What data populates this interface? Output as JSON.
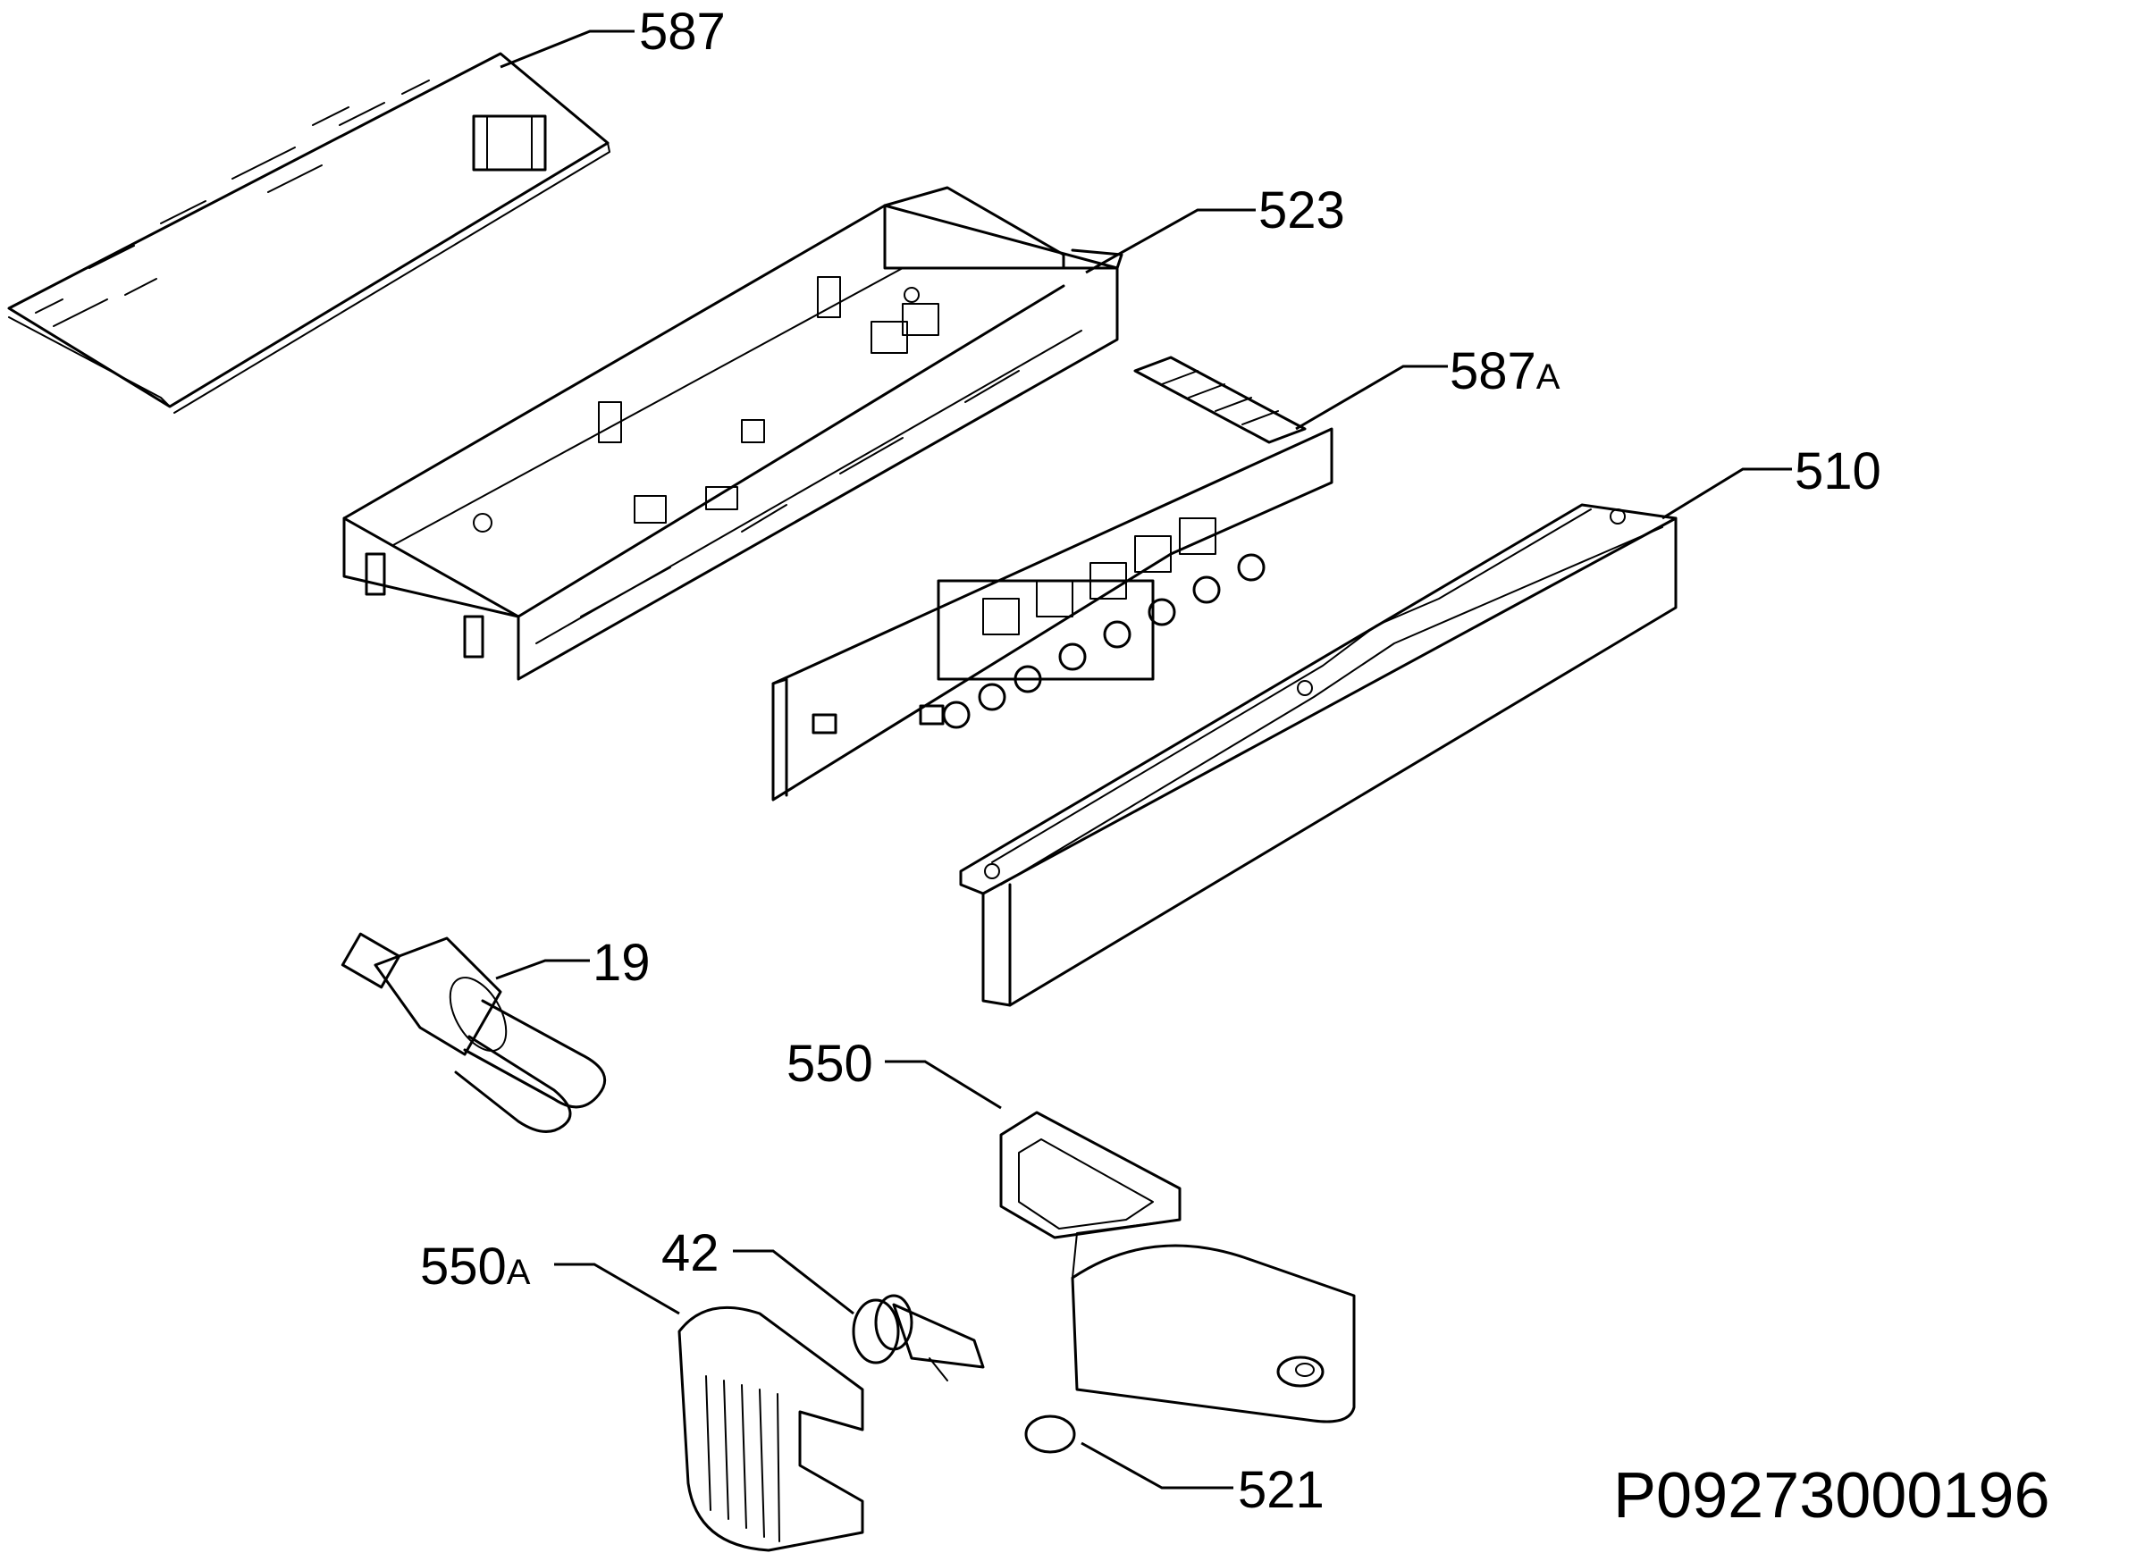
{
  "diagram": {
    "callouts": {
      "c587": "587",
      "c523": "523",
      "c587a_num": "587",
      "c587a_suffix": "A",
      "c510": "510",
      "c19": "19",
      "c550": "550",
      "c550a_num": "550",
      "c550a_suffix": "A",
      "c42": "42",
      "c521": "521"
    },
    "document_id": "P09273000196"
  }
}
